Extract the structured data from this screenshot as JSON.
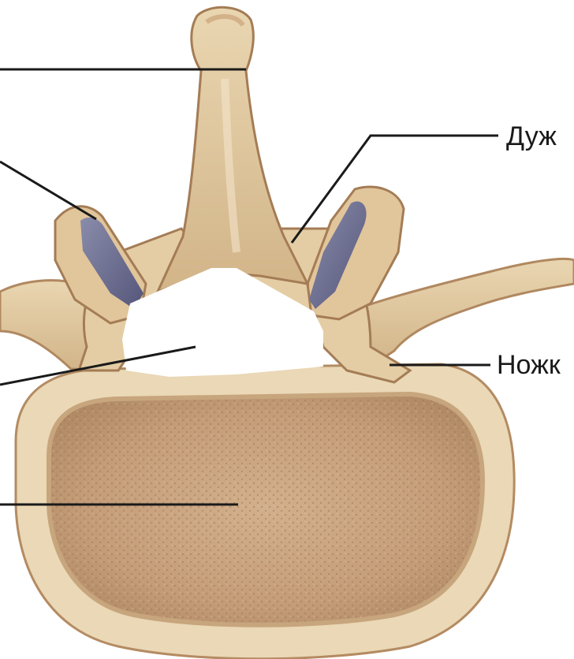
{
  "figure": {
    "subject": "vertebra-superior-view",
    "labels": {
      "arch": "Дуж",
      "pedicle": "Ножк"
    },
    "colors": {
      "background": "#ffffff",
      "bone_light": "#f1e2c4",
      "bone_mid": "#dcc39a",
      "bone_shadow": "#b08860",
      "body_spongy": "#c9a27e",
      "cartilage": "#6e6f8e",
      "leader_line": "#1a1a1a"
    }
  }
}
